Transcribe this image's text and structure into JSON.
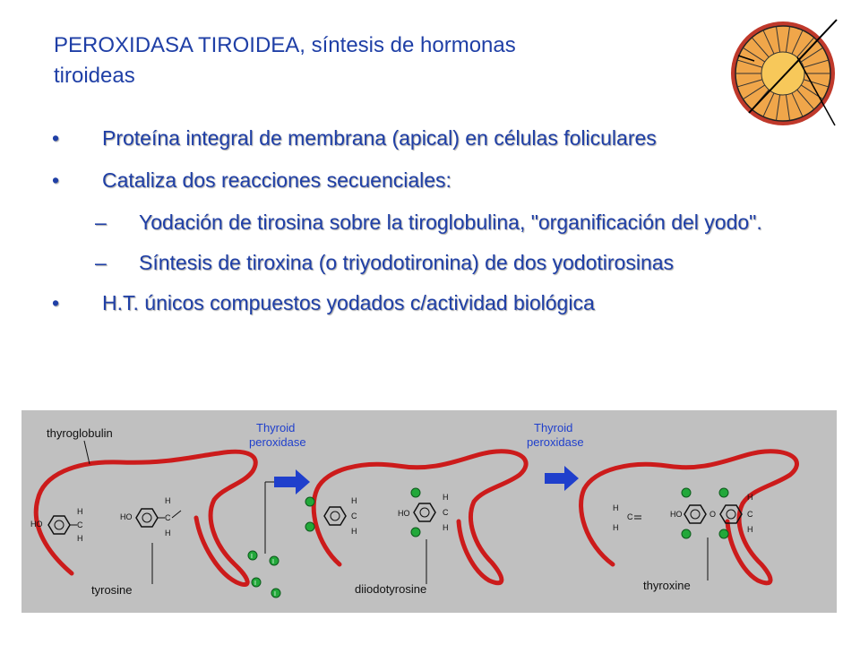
{
  "slide": {
    "title": "PEROXIDASA TIROIDEA, síntesis de hormonas tiroideas",
    "bullets": [
      {
        "mark": "•",
        "text": "Proteína integral de membrana  (apical) en células foliculares"
      },
      {
        "mark": "•",
        "text": "Cataliza dos reacciones secuenciales:"
      },
      {
        "mark": "–",
        "text": "Yodación de tirosina sobre la tiroglobulina, \"organificación del yodo\"."
      },
      {
        "mark": "–",
        "text": "Síntesis de tiroxina (o triyodotironina) de dos yodotirosinas"
      },
      {
        "mark": "•",
        "text": "H.T. únicos compuestos yodados c/actividad biológica"
      }
    ]
  },
  "diagram": {
    "labels": {
      "thyroglobulin": "thyroglobulin",
      "tyrosine": "tyrosine",
      "diiodotyrosine": "diiodotyrosine",
      "thyroxine": "thyroxine",
      "enzyme1_line1": "Thyroid",
      "enzyme1_line2": "peroxidase",
      "enzyme2_line1": "Thyroid",
      "enzyme2_line2": "peroxidase"
    },
    "chem": {
      "ho": "HO",
      "h": "H",
      "c": "C",
      "o": "O",
      "iodine": "I"
    },
    "colors": {
      "protein": "#cc1b1b",
      "iodine": "#22a83a",
      "arrow": "#1f3fcc",
      "enzyme_text": "#1f3fcc",
      "background": "#c0c0c0"
    }
  },
  "follicle_colors": {
    "outer": "#c0392b",
    "cells": "#f0a64a",
    "lumen": "#f7c85a"
  }
}
